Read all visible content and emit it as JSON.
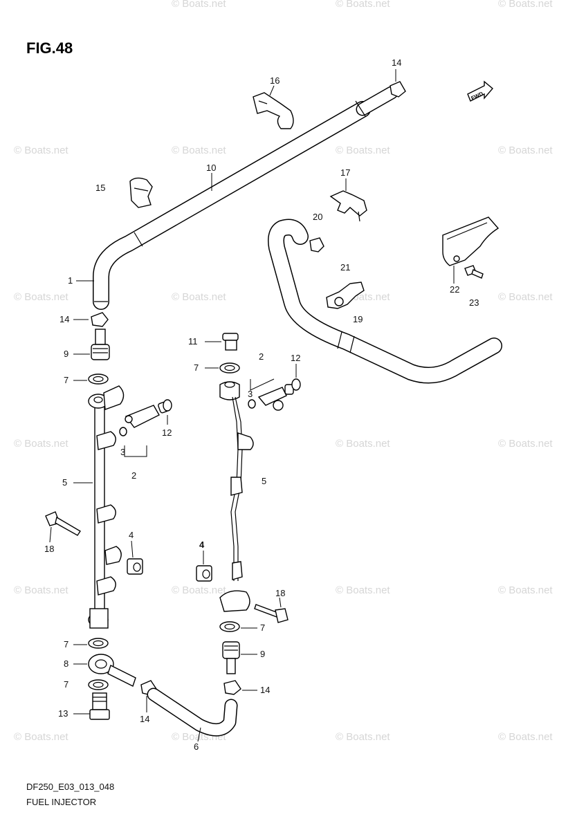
{
  "figure": {
    "title": "FIG.48"
  },
  "footer": {
    "code": "DF250_E03_013_048",
    "name": "FUEL INJECTOR"
  },
  "watermark": "© Boats.net",
  "fwd_label": "FWD",
  "labels": {
    "l1": "1",
    "l2a": "2",
    "l2b": "2",
    "l3a": "3",
    "l3b": "3",
    "l4a": "4",
    "l4b": "4",
    "l5a": "5",
    "l5b": "5",
    "l6": "6",
    "l7a": "7",
    "l7b": "7",
    "l7c": "7",
    "l7d": "7",
    "l7e": "7",
    "l8": "8",
    "l9a": "9",
    "l9b": "9",
    "l10": "10",
    "l11": "11",
    "l12a": "12",
    "l12b": "12",
    "l13": "13",
    "l14a": "14",
    "l14b": "14",
    "l14c": "14",
    "l14d": "14",
    "l15": "15",
    "l16": "16",
    "l17": "17",
    "l18a": "18",
    "l18b": "18",
    "l19": "19",
    "l20": "20",
    "l21": "21",
    "l22": "22",
    "l23": "23"
  }
}
